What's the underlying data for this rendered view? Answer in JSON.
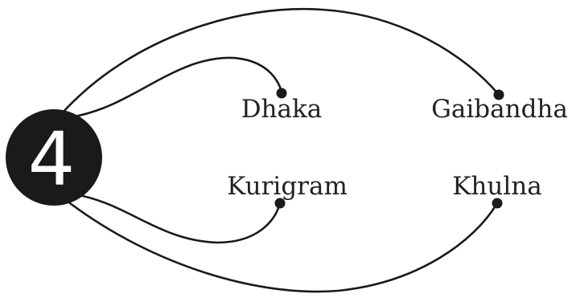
{
  "hub": {
    "number": "4",
    "fill_color": "#1a1a1a",
    "text_color": "#ffffff"
  },
  "destinations": [
    {
      "id": "dhaka",
      "label": "Dhaka"
    },
    {
      "id": "gaibandha",
      "label": "Gaibandha"
    },
    {
      "id": "kurigram",
      "label": "Kurigram"
    },
    {
      "id": "khulna",
      "label": "Khulna"
    }
  ],
  "colors": {
    "line": "#1a1a1a",
    "text": "#222222",
    "background": "#ffffff"
  }
}
